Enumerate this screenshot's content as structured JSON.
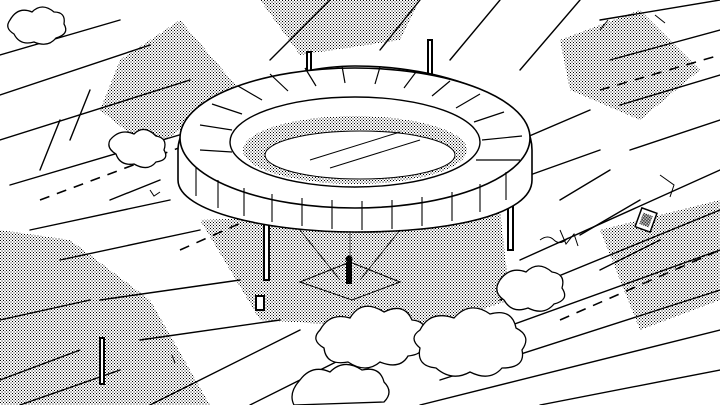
{
  "scene": {
    "style": "1-bit dithered line art",
    "ink_color": "#000000",
    "paper_color": "#ffffff",
    "subjects": [
      "ring-structure",
      "support-pillars",
      "road-lanes",
      "player-character",
      "foliage"
    ],
    "player_character": {
      "visible": true
    }
  }
}
